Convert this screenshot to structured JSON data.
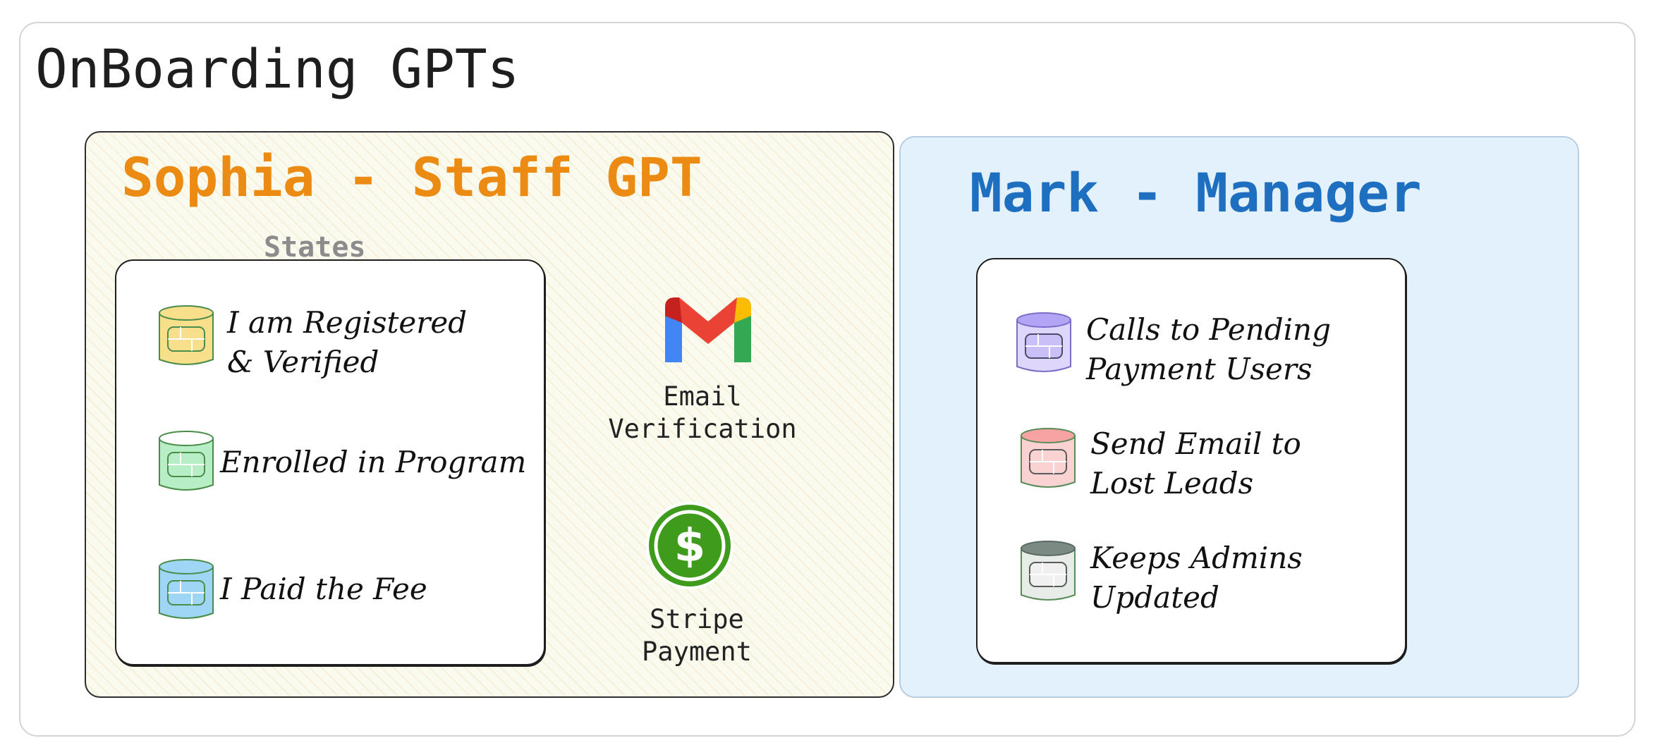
{
  "title": "OnBoarding GPTs",
  "sophia": {
    "title": "Sophia - Staff GPT",
    "title_color": "#ec8b13",
    "states_label": "States",
    "states": [
      {
        "label": "I am Registered\n & Verified",
        "color": "#f7df8c",
        "icon": "database-icon"
      },
      {
        "label": "Enrolled in Program",
        "color": "#b8eec5",
        "icon": "database-icon"
      },
      {
        "label": "I Paid the Fee",
        "color": "#9fd6f5",
        "icon": "database-icon"
      }
    ],
    "services": [
      {
        "label": "Email\nVerification",
        "icon": "gmail-icon"
      },
      {
        "label": "Stripe\nPayment",
        "icon": "dollar-coin-icon"
      }
    ]
  },
  "mark": {
    "title": "Mark - Manager",
    "title_color": "#1f6fc0",
    "tasks": [
      {
        "label": "Calls to Pending\nPayment Users",
        "color": "#b3a4f5",
        "icon": "database-icon"
      },
      {
        "label": "Send Email to\nLost Leads",
        "color": "#f7a3a3",
        "icon": "database-icon"
      },
      {
        "label": "Keeps Admins\nUpdated",
        "color": "#d0d4d0",
        "icon": "database-icon"
      }
    ]
  }
}
